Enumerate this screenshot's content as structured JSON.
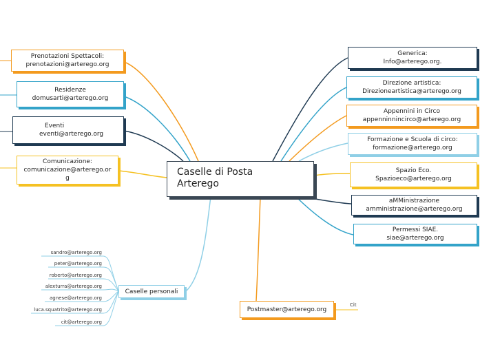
{
  "central": {
    "line1": "Caselle di Posta",
    "line2": "Arterego"
  },
  "left_nodes": [
    {
      "lines": [
        "Prenotazioni Spettacoli:",
        "prenotazioni@arterego.org"
      ]
    },
    {
      "lines": [
        "Residenze",
        "domusarti@arterego.org"
      ]
    },
    {
      "lines": [
        "Eventi",
        "eventi@arterego.org"
      ]
    },
    {
      "lines": [
        "Comunicazione:",
        "comunicazione@arterego.or",
        "g"
      ]
    }
  ],
  "right_nodes": [
    {
      "lines": [
        "Generica:",
        "Info@arterego.org."
      ]
    },
    {
      "lines": [
        "Direzione artistica:",
        "Direzioneartistica@arterego.org"
      ]
    },
    {
      "lines": [
        "Appennini in Circo",
        "appenninnincirco@arterego.org"
      ]
    },
    {
      "lines": [
        "Formazione e Scuola di circo:",
        "formazione@arterego.org"
      ]
    },
    {
      "lines": [
        "Spazio Eco.",
        "Spazioeco@arterego.org"
      ]
    },
    {
      "lines": [
        "aMMinistrazione",
        "amministrazione@arterego.org"
      ]
    },
    {
      "lines": [
        "Permessi SIAE.",
        "siae@arterego.org"
      ]
    }
  ],
  "personal": {
    "label": "Caselle personali",
    "items": [
      "sandro@arterego.org",
      "peter@arterego.org",
      "roberto@arterego.org",
      "alexturra@arterego.org",
      "agnese@arterego.org",
      "luca.squatrito@arterego.org",
      "cit@arterego.org"
    ]
  },
  "postmaster": {
    "label": "Postmaster@arterego.org",
    "child": "Cit"
  },
  "colors": {
    "orange": "#f39a1e",
    "teal": "#33a3c9",
    "navy": "#1f3a52",
    "yellow": "#f5c122",
    "light_blue": "#8fcfe6"
  }
}
